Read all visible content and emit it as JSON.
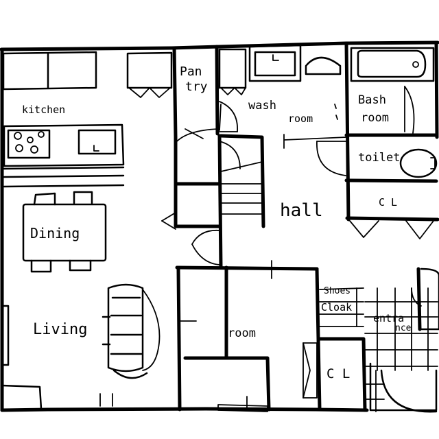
{
  "labels": {
    "kitchen": "kitchen",
    "pantry_line1": "Pan",
    "pantry_line2": "try",
    "washroom_line1": "wash",
    "washroom_line2": "room",
    "bathroom_line1": "Bash",
    "bathroom_line2": "room",
    "toilet": "toilet",
    "closet_right": "C L",
    "hall": "hall",
    "dining": "Dining",
    "living": "Living",
    "room": "room",
    "shoes_line1": "Shoes",
    "shoes_line2": "Cloak",
    "entrance_line1": "entra",
    "entrance_line2": "nce",
    "closet_bottom": "C L"
  }
}
